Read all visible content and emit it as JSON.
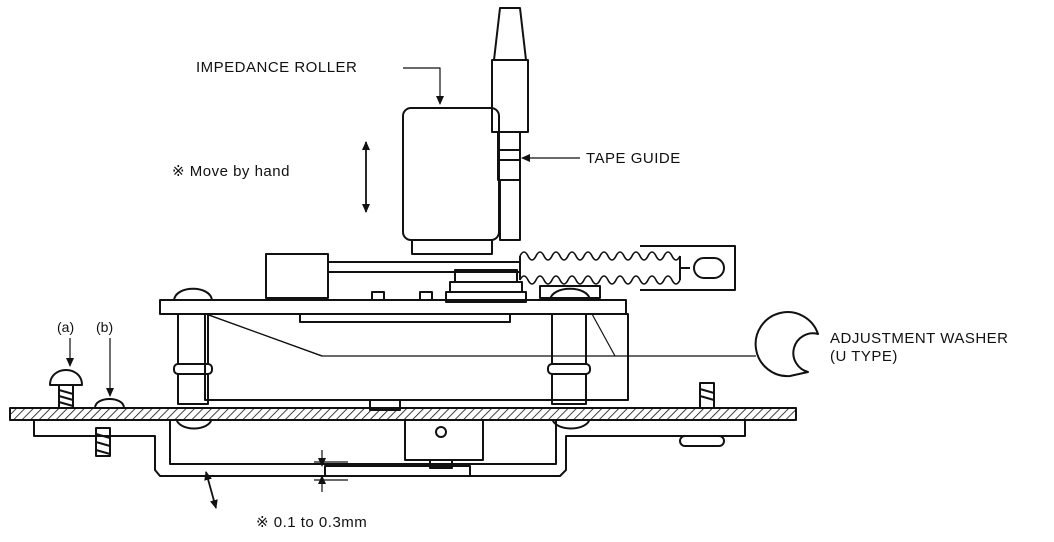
{
  "labels": {
    "impedance_roller": "IMPEDANCE ROLLER",
    "tape_guide": "TAPE GUIDE",
    "move_by_hand": "※ Move by hand",
    "adjustment_washer_line1": "ADJUSTMENT WASHER",
    "adjustment_washer_line2": "(U TYPE)",
    "screw_a": "(a)",
    "screw_b": "(b)",
    "clearance": "※ 0.1 to 0.3mm"
  },
  "colors": {
    "ink": "#111111",
    "paper": "#ffffff"
  },
  "icons": {
    "movement_arrow": "double-arrow-icon",
    "pointer_arrow": "arrow-icon"
  }
}
